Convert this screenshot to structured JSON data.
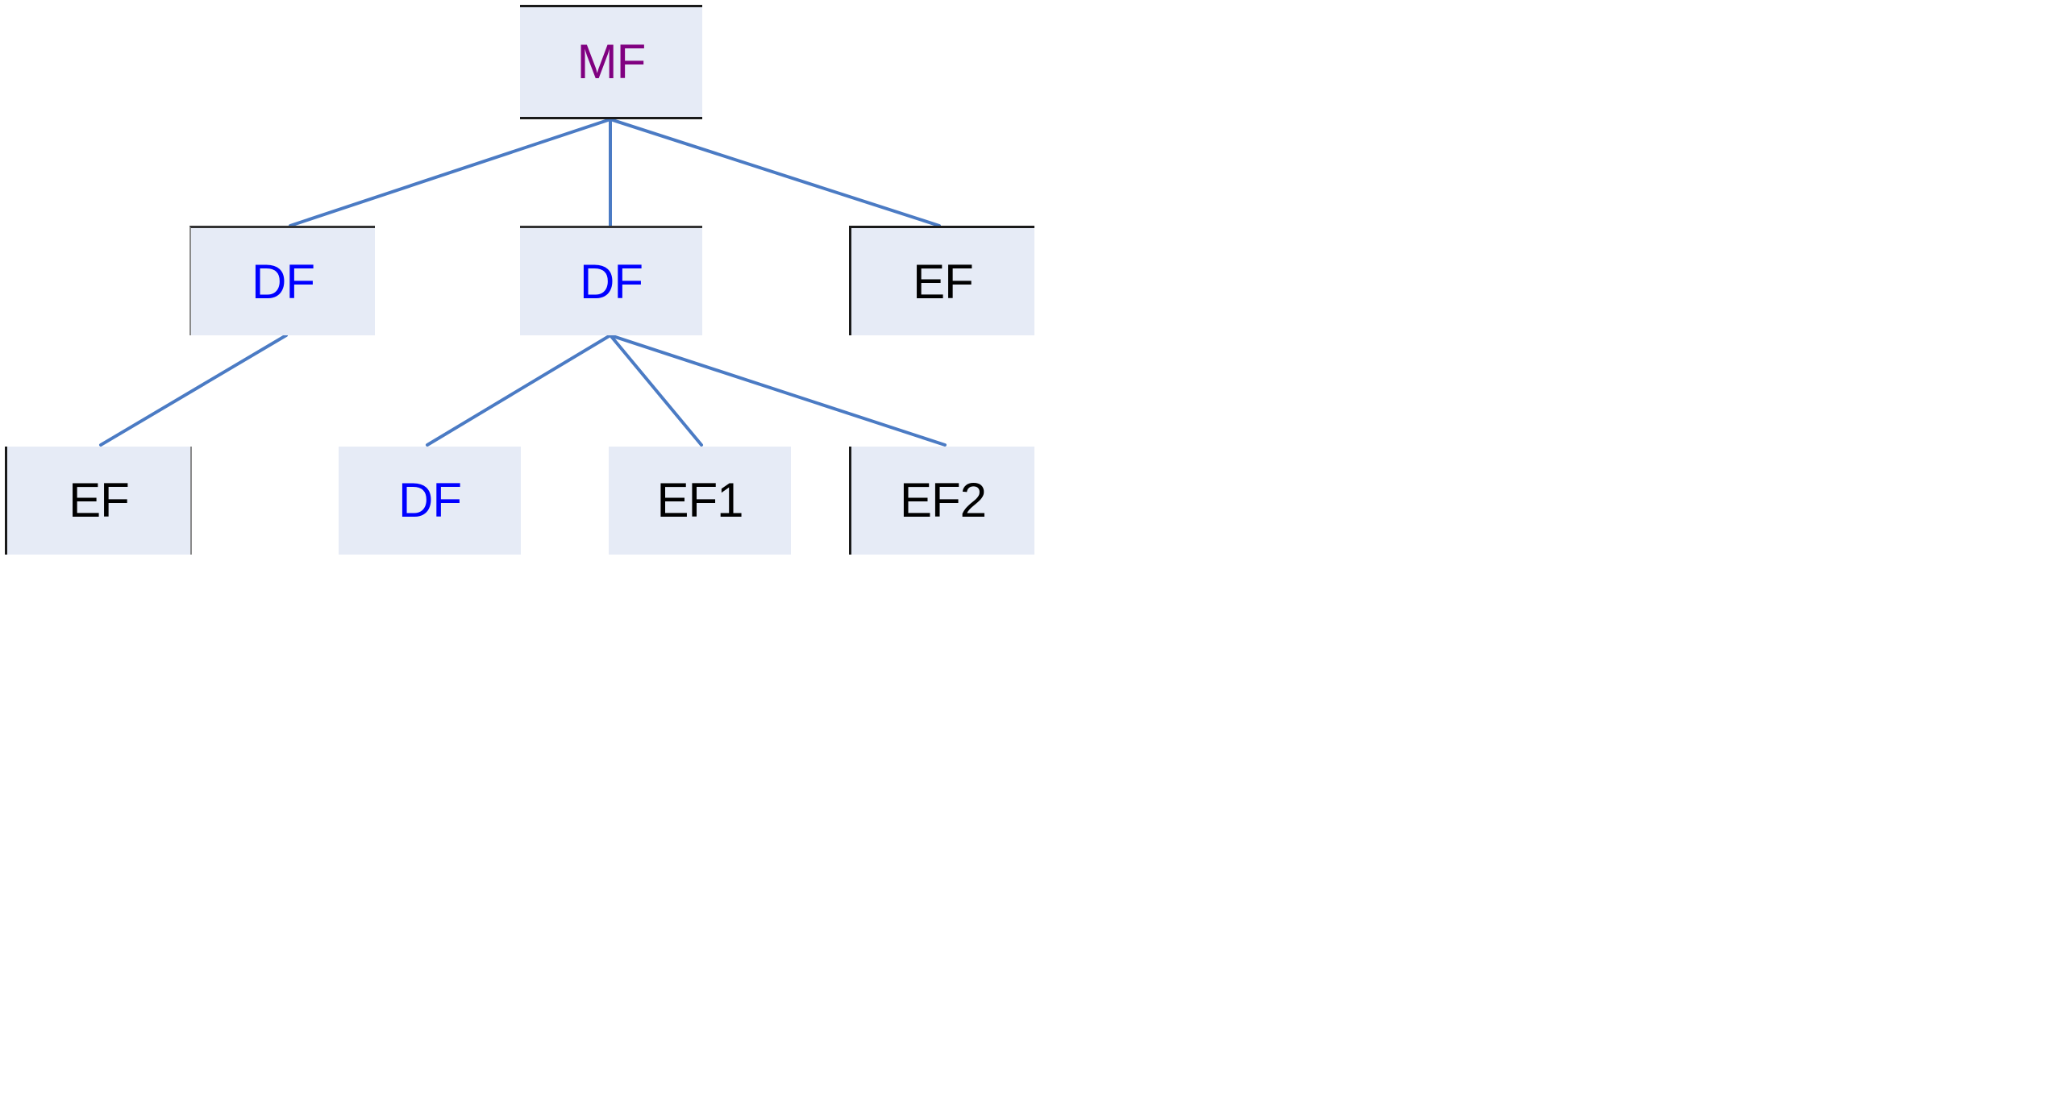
{
  "colors": {
    "connector": "#4b7bc4",
    "node_fill": "#e6ebf6",
    "mf_text": "#800080",
    "df_text": "#0000ff",
    "ef_text": "#000000"
  },
  "tree": {
    "root": {
      "label": "MF"
    },
    "level1": [
      {
        "label": "DF"
      },
      {
        "label": "DF"
      },
      {
        "label": "EF"
      }
    ],
    "level2": [
      {
        "label": "EF"
      },
      {
        "label": "DF"
      },
      {
        "label": "EF1"
      },
      {
        "label": "EF2"
      }
    ]
  }
}
